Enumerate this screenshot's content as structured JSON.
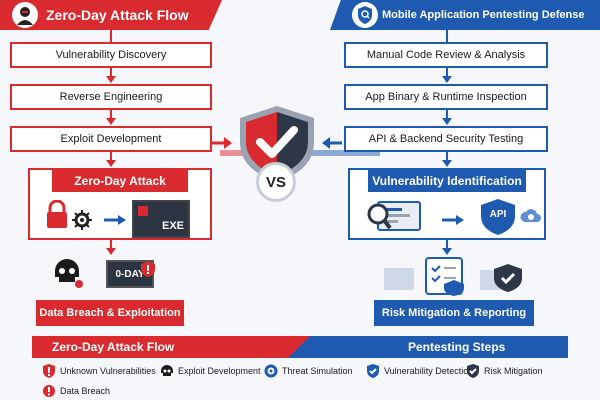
{
  "left": {
    "header": "Zero-Day Attack Flow",
    "steps": [
      "Vulnerability Discovery",
      "Reverse Engineering",
      "Exploit Development"
    ],
    "panel_title": "Zero-Day Attack",
    "exe_label": "EXE",
    "zeroday_label": "0-DAY",
    "result": "Data Breach & Exploitation"
  },
  "right": {
    "header": "Mobile Application Pentesting Defense",
    "steps": [
      "Manual Code Review & Analysis",
      "App Binary & Runtime Inspection",
      "API & Backend Security Testing"
    ],
    "panel_title": "Vulnerability Identification",
    "api_label": "API",
    "result": "Risk Mitigation & Reporting"
  },
  "center": {
    "vs": "VS"
  },
  "legend": {
    "left_title": "Zero-Day Attack Flow",
    "right_title": "Pentesting Steps",
    "items": [
      {
        "label": "Unknown Vulnerabilities",
        "icon": "shield-alert-icon"
      },
      {
        "label": "Exploit Development",
        "icon": "skull-icon"
      },
      {
        "label": "Threat Simulation",
        "icon": "gear-icon"
      },
      {
        "label": "Vulnerability Detection",
        "icon": "shield-check-icon"
      },
      {
        "label": "Risk Mitigation",
        "icon": "shield-check-dark-icon"
      },
      {
        "label": "Data Breach",
        "icon": "breach-icon"
      }
    ]
  },
  "colors": {
    "attack": "#d92a2f",
    "defense": "#1e5bb0"
  }
}
